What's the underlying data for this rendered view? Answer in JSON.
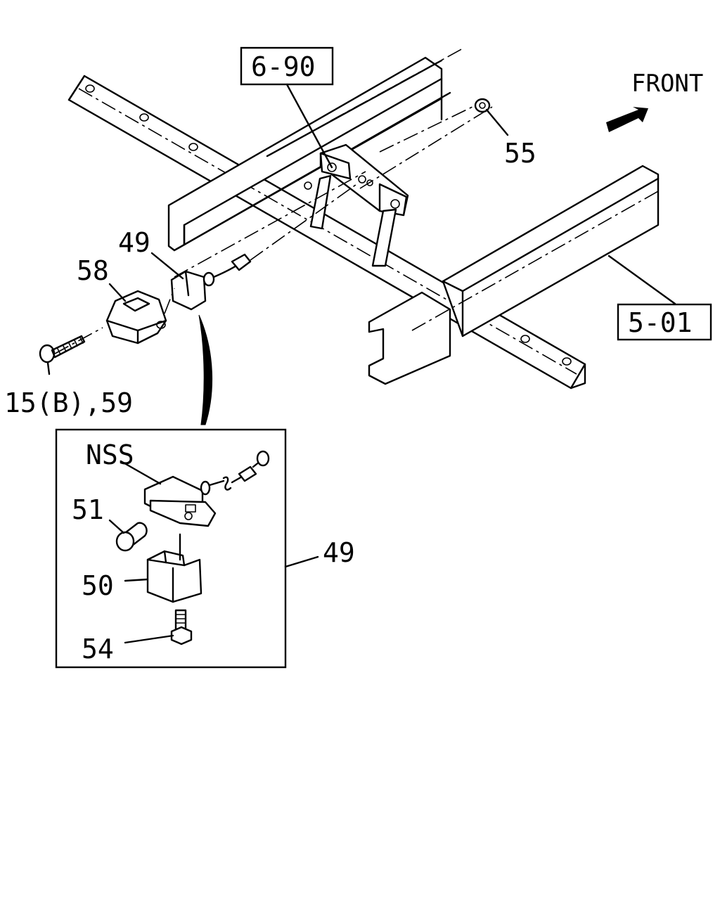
{
  "diagram": {
    "references": {
      "ref_6_90": "6-90",
      "ref_5_01": "5-01"
    },
    "direction_label": "FRONT",
    "callouts": {
      "c55": "55",
      "c49_top": "49",
      "c58": "58",
      "c15b_59": "15(B),59",
      "c49_side": "49"
    },
    "detail": {
      "nss": "NSS",
      "c51": "51",
      "c50": "50",
      "c54": "54"
    }
  }
}
